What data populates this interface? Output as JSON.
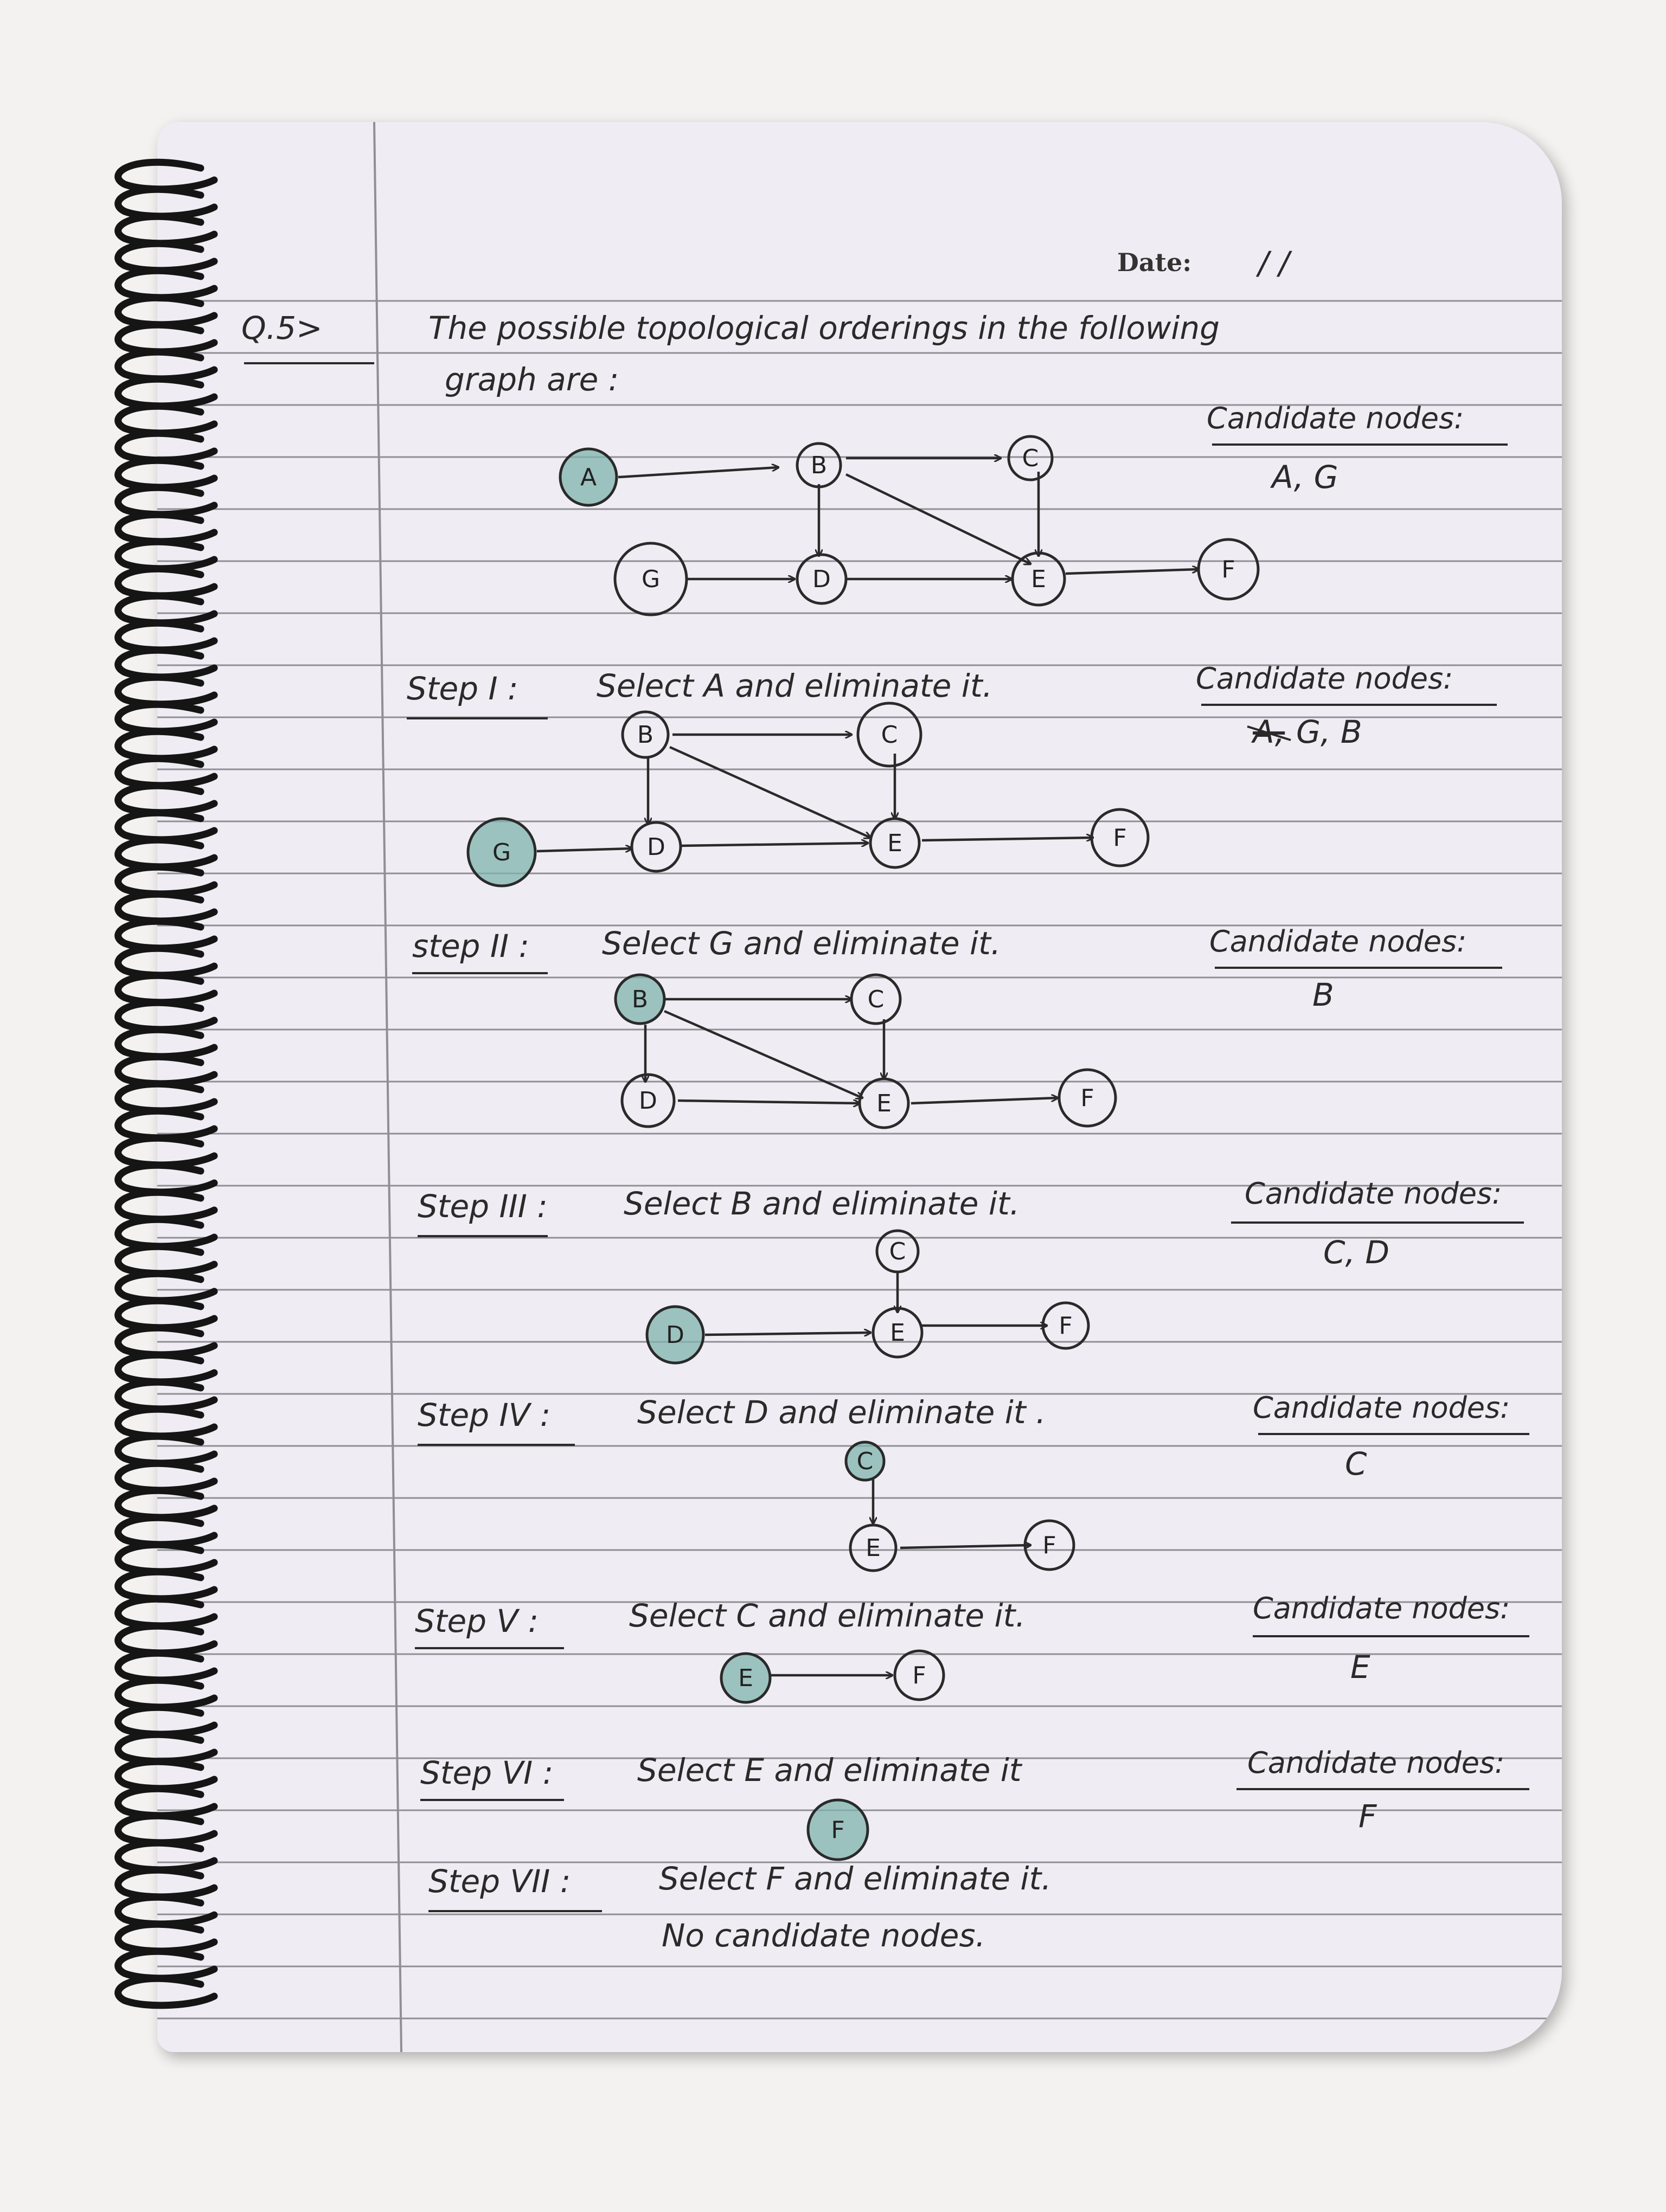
{
  "header": {
    "date_label": "Date:",
    "date_value": "/ /"
  },
  "question": {
    "number": "Q.5>",
    "line1": "The possible topological orderings in the following",
    "line2": "graph are :"
  },
  "candidate_label": "Candidate nodes:",
  "initial": {
    "candidates": "A, G"
  },
  "steps": [
    {
      "label": "Step I :",
      "text": "Select A and eliminate it.",
      "candidates_struck": "A,",
      "candidates": "G, B"
    },
    {
      "label": "step II :",
      "text": "Select G and eliminate it.",
      "candidates": "B"
    },
    {
      "label": "Step III :",
      "text": "Select B and eliminate it.",
      "candidates": "C, D"
    },
    {
      "label": "Step IV :",
      "text": "Select D and eliminate it .",
      "candidates": "C"
    },
    {
      "label": "Step V :",
      "text": "Select C and eliminate it.",
      "candidates": "E"
    },
    {
      "label": "Step VI :",
      "text": "Select E and eliminate it",
      "candidates": "F"
    },
    {
      "label": "Step VII :",
      "text": "Select F and eliminate it.",
      "footer": "No candidate nodes."
    }
  ],
  "node_labels": {
    "A": "A",
    "B": "B",
    "C": "C",
    "D": "D",
    "E": "E",
    "F": "F",
    "G": "G"
  },
  "colors": {
    "paper": "#efedf3",
    "rule_line": "#8f8f95",
    "ink": "#2a2a2a",
    "highlight": "#7fb3ad"
  }
}
